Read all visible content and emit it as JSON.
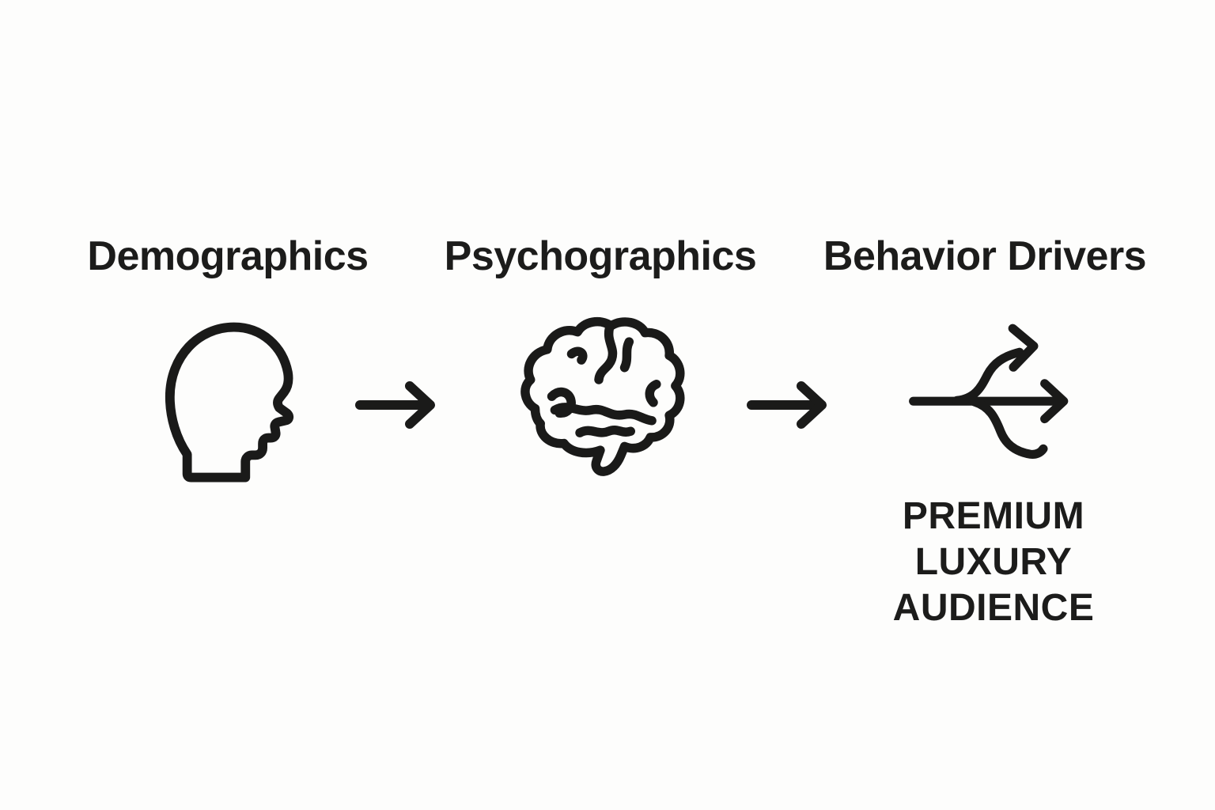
{
  "diagram": {
    "background_color": "#fdfdfc",
    "ink_color": "#1a1a19",
    "steps": [
      {
        "label": "Demographics",
        "icon": "head-profile-icon"
      },
      {
        "label": "Psychographics",
        "icon": "brain-icon"
      },
      {
        "label": "Behavior Drivers",
        "icon": "branching-arrows-icon"
      }
    ],
    "connectors": [
      {
        "icon": "arrow-right-icon"
      },
      {
        "icon": "arrow-right-icon"
      }
    ],
    "result": {
      "line1": "PREMIUM",
      "line2": "LUXURY",
      "line3": "AUDIENCE"
    }
  }
}
